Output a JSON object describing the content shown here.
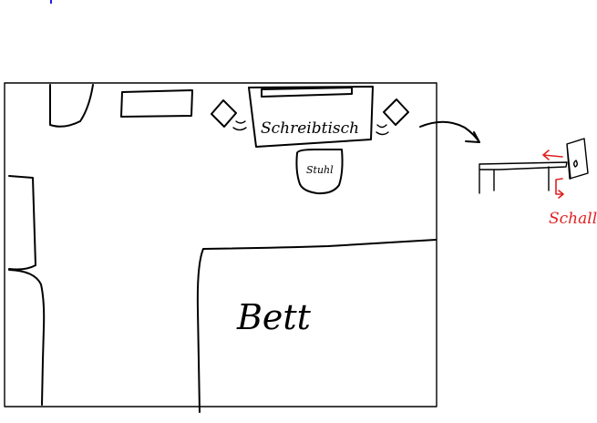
{
  "labels": {
    "desk": "Schreibtisch",
    "chair": "Stuhl",
    "bed": "Bett",
    "sound": "Schall"
  },
  "colors": {
    "ink": "#000000",
    "annotation": "#e02020",
    "corner_mark": "#2020e0",
    "background": "#ffffff"
  }
}
